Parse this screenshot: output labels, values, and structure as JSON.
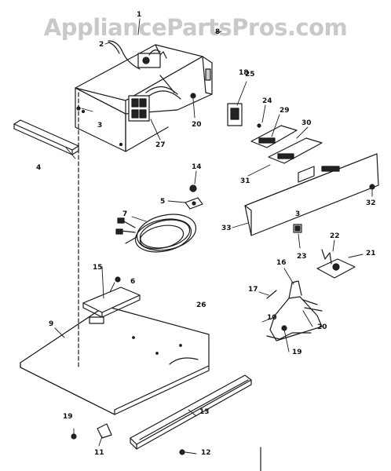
{
  "watermark": "AppliancePartsPros.com",
  "callouts": [
    {
      "id": "c1",
      "text": "1"
    },
    {
      "id": "c2",
      "text": "2"
    },
    {
      "id": "c3a",
      "text": "3"
    },
    {
      "id": "c3b",
      "text": "3"
    },
    {
      "id": "c4",
      "text": "4"
    },
    {
      "id": "c5",
      "text": "5"
    },
    {
      "id": "c6",
      "text": "6"
    },
    {
      "id": "c7",
      "text": "7"
    },
    {
      "id": "c8",
      "text": "8"
    },
    {
      "id": "c9",
      "text": "9"
    },
    {
      "id": "c10",
      "text": "10"
    },
    {
      "id": "c11",
      "text": "11"
    },
    {
      "id": "c12",
      "text": "12"
    },
    {
      "id": "c13",
      "text": "13"
    },
    {
      "id": "c14",
      "text": "14"
    },
    {
      "id": "c15",
      "text": "15"
    },
    {
      "id": "c16",
      "text": "16"
    },
    {
      "id": "c17",
      "text": "17"
    },
    {
      "id": "c18",
      "text": "18"
    },
    {
      "id": "c19a",
      "text": "19"
    },
    {
      "id": "c19b",
      "text": "19"
    },
    {
      "id": "c20a",
      "text": "20"
    },
    {
      "id": "c20b",
      "text": "20"
    },
    {
      "id": "c21",
      "text": "21"
    },
    {
      "id": "c22",
      "text": "22"
    },
    {
      "id": "c23",
      "text": "23"
    },
    {
      "id": "c24",
      "text": "24"
    },
    {
      "id": "c25",
      "text": "25"
    },
    {
      "id": "c26",
      "text": "26"
    },
    {
      "id": "c27",
      "text": "27"
    },
    {
      "id": "c29",
      "text": "29"
    },
    {
      "id": "c30",
      "text": "30"
    },
    {
      "id": "c31",
      "text": "31"
    },
    {
      "id": "c32",
      "text": "32"
    },
    {
      "id": "c33",
      "text": "33"
    }
  ]
}
